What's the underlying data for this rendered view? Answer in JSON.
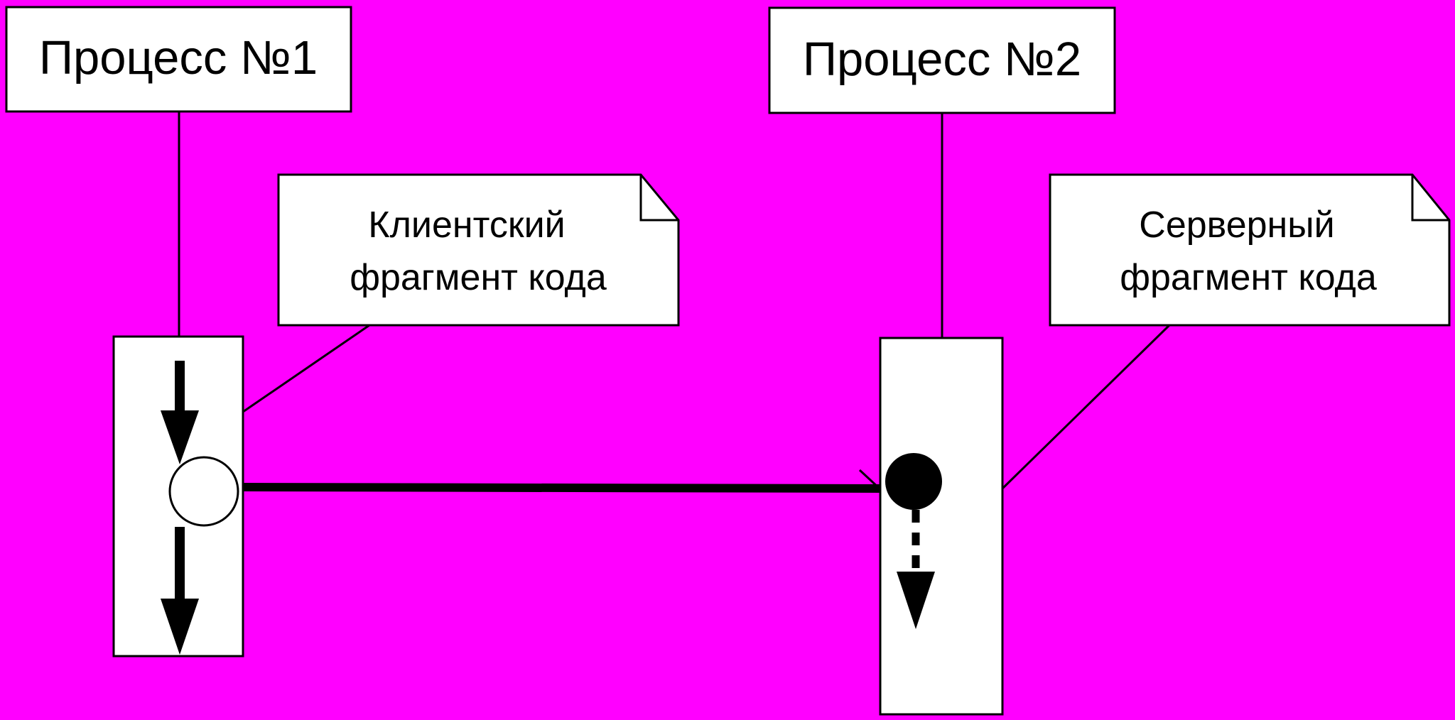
{
  "colors": {
    "background": "#ff00ff",
    "box_fill": "#ffffff",
    "stroke": "#000000"
  },
  "process_1": {
    "label": "Процесс №1"
  },
  "process_2": {
    "label": "Процесс №2"
  },
  "client_note": {
    "line1": "Клиентский",
    "line2": "фрагмент кода"
  },
  "server_note": {
    "line1": "Серверный",
    "line2": "фрагмент кода"
  },
  "icons": {
    "send_point": "open-circle-icon",
    "receive_point": "filled-circle-icon"
  }
}
